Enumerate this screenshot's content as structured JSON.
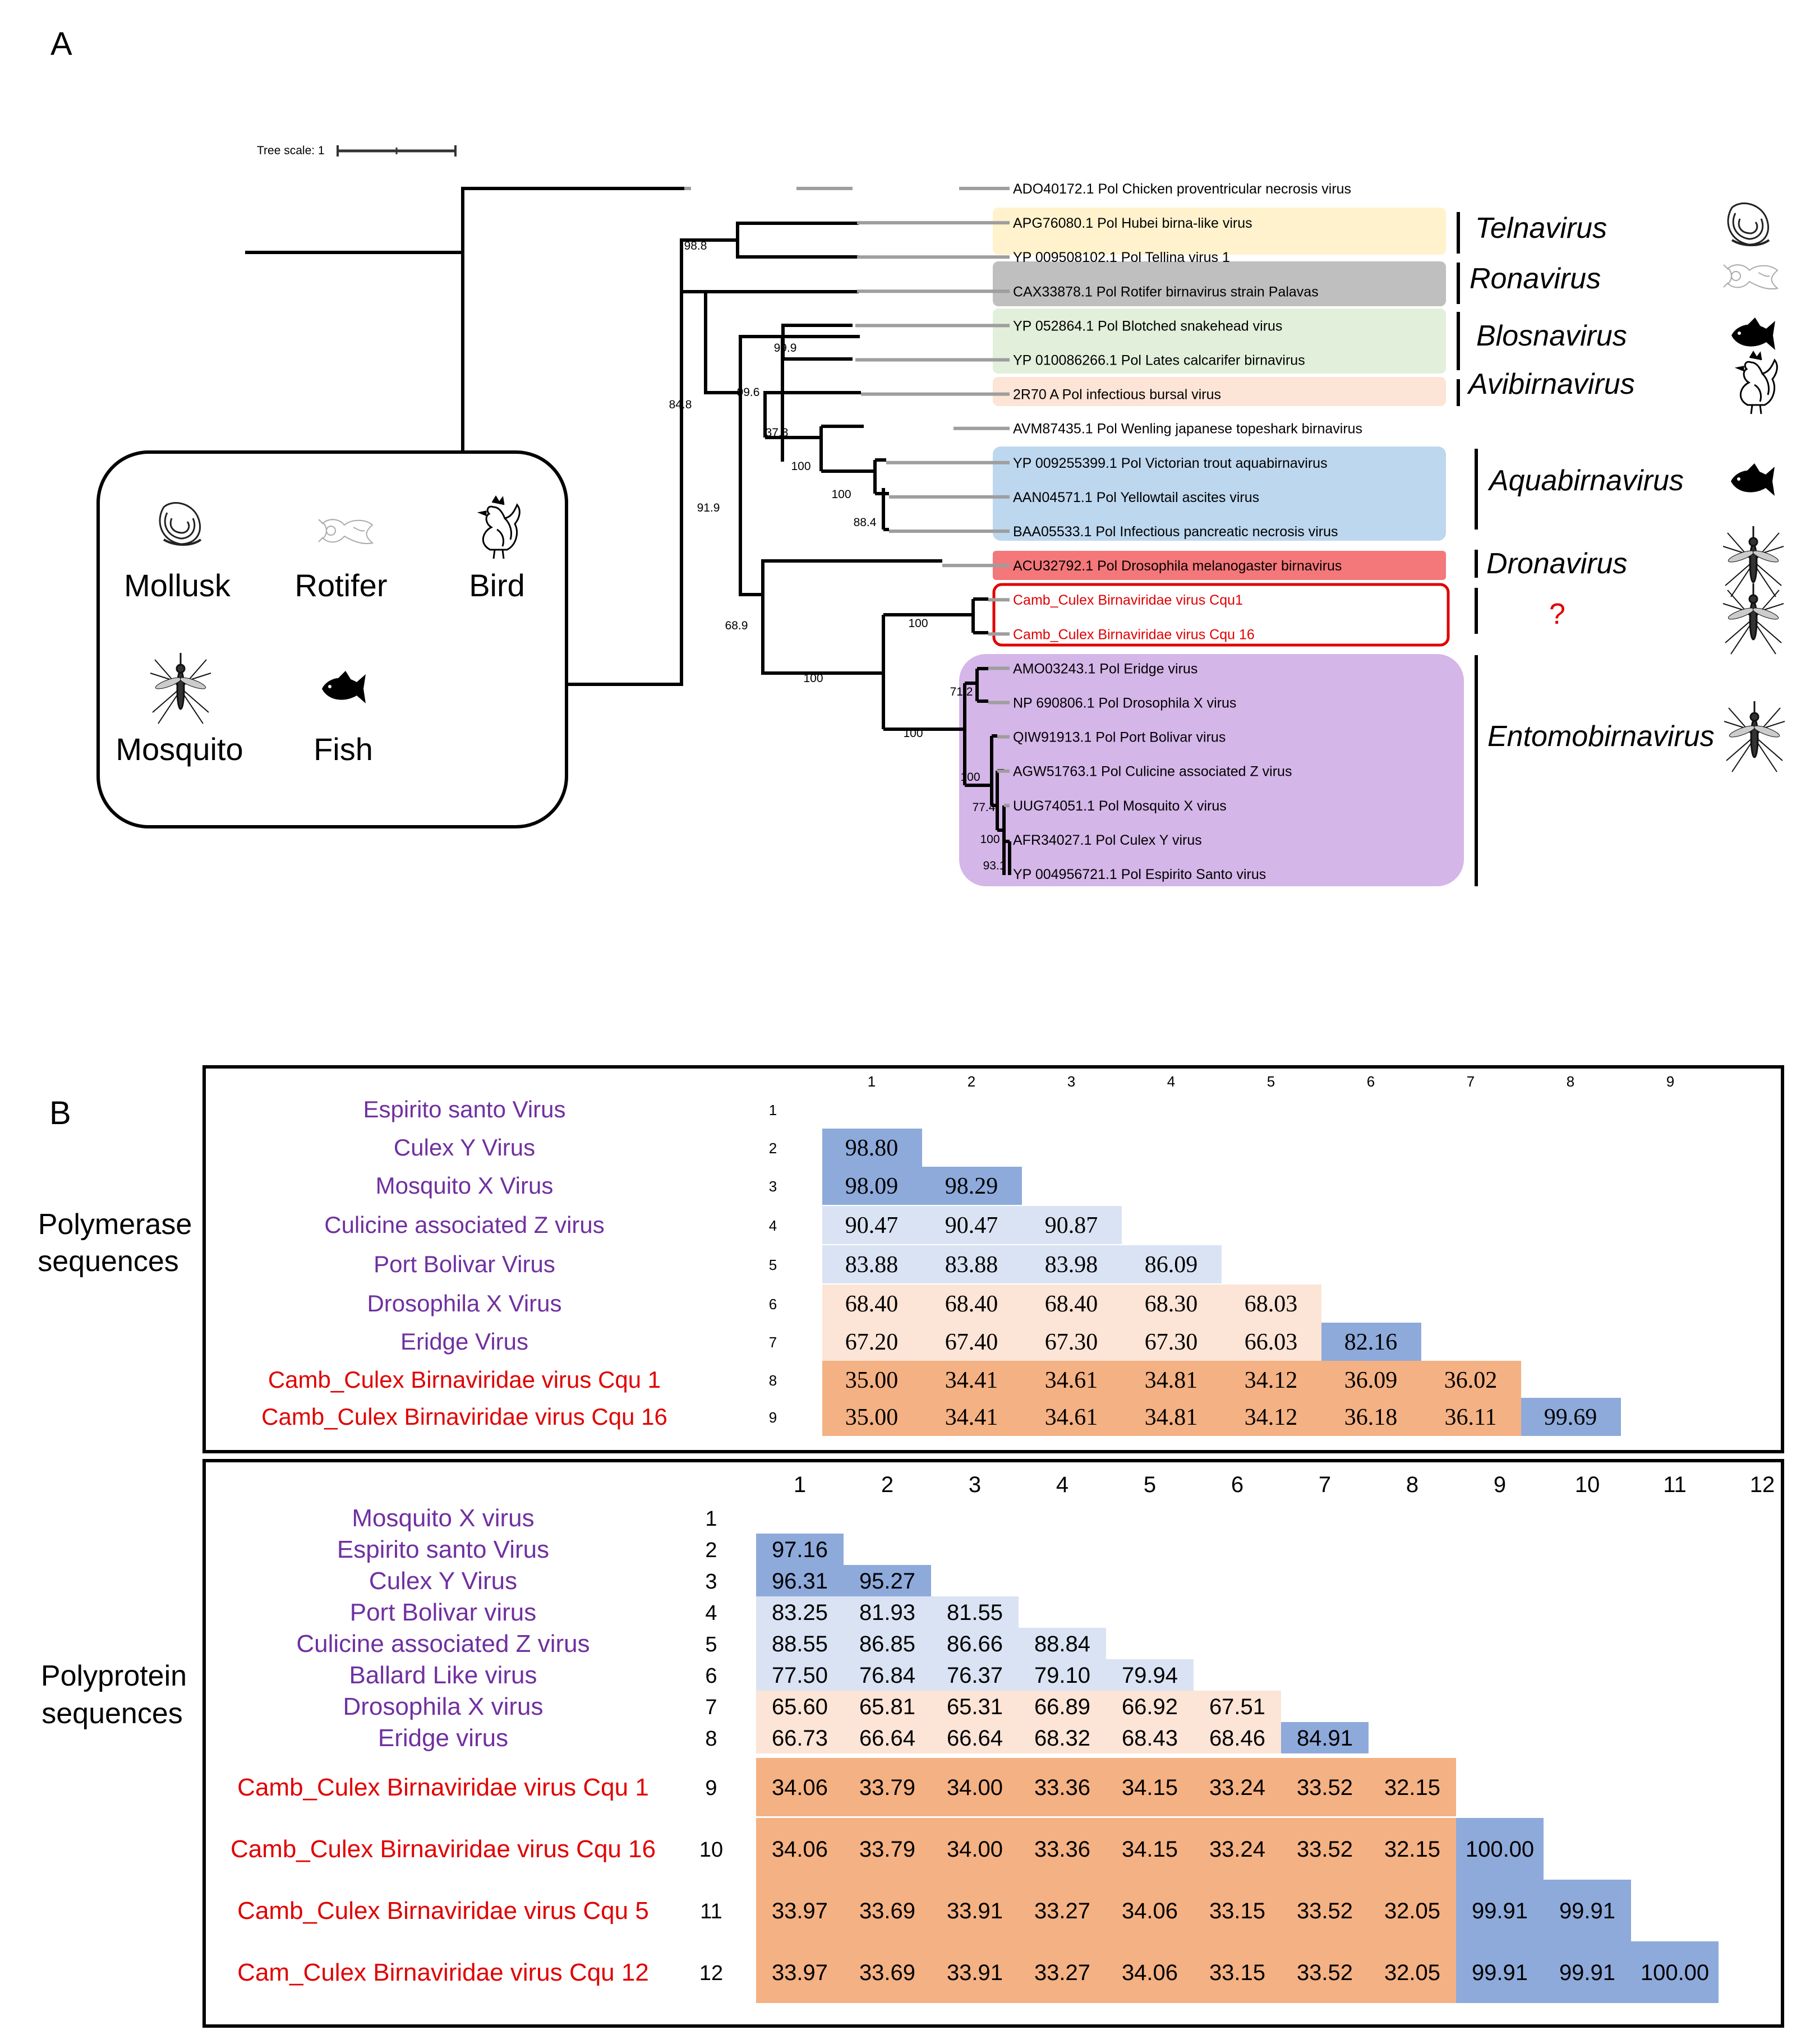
{
  "panel_a": {
    "letter": "A",
    "tree_scale_label": "Tree scale: 1",
    "tips": [
      {
        "label": "ADO40172.1 Pol Chicken proventricular necrosis virus",
        "red": false
      },
      {
        "label": "APG76080.1 Pol Hubei birna-like virus",
        "red": false
      },
      {
        "label": "YP 009508102.1 Pol Tellina virus 1",
        "red": false
      },
      {
        "label": "CAX33878.1 Pol Rotifer birnavirus strain Palavas",
        "red": false
      },
      {
        "label": "YP 052864.1 Pol Blotched snakehead virus",
        "red": false
      },
      {
        "label": "YP 010086266.1 Pol Lates calcarifer birnavirus",
        "red": false
      },
      {
        "label": "2R70 A Pol infectious bursal virus",
        "red": false
      },
      {
        "label": "AVM87435.1 Pol Wenling japanese topeshark birnavirus",
        "red": false
      },
      {
        "label": "YP 009255399.1 Pol Victorian trout aquabirnavirus",
        "red": false
      },
      {
        "label": "AAN04571.1 Pol Yellowtail ascites virus",
        "red": false
      },
      {
        "label": "BAA05533.1 Pol Infectious pancreatic necrosis virus",
        "red": false
      },
      {
        "label": "ACU32792.1 Pol Drosophila melanogaster birnavirus",
        "red": false
      },
      {
        "label": "Camb_Culex Birnaviridae virus Cqu1",
        "red": true
      },
      {
        "label": "Camb_Culex Birnaviridae virus Cqu 16",
        "red": true
      },
      {
        "label": "AMO03243.1 Pol Eridge virus",
        "red": false
      },
      {
        "label": "NP 690806.1 Pol Drosophila X virus",
        "red": false
      },
      {
        "label": "QIW91913.1 Pol Port Bolivar virus",
        "red": false
      },
      {
        "label": "AGW51763.1 Pol Culicine associated Z virus",
        "red": false
      },
      {
        "label": "UUG74051.1 Pol Mosquito X virus",
        "red": false
      },
      {
        "label": "AFR34027.1 Pol Culex Y virus",
        "red": false
      },
      {
        "label": "YP 004956721.1 Pol Espirito Santo virus",
        "red": false
      }
    ],
    "bootstrap": [
      "98.8",
      "99.9",
      "99.6",
      "84.8",
      "37.3",
      "100",
      "100",
      "88.4",
      "91.9",
      "68.9",
      "100",
      "100",
      "100",
      "71.2",
      "100",
      "77.4",
      "100",
      "93.1"
    ],
    "genera": [
      {
        "name": "Telnavirus",
        "host": "mollusk-icon"
      },
      {
        "name": "Ronavirus",
        "host": "rotifer-icon"
      },
      {
        "name": "Blosnavirus",
        "host": "fish-icon"
      },
      {
        "name": "Avibirnavirus",
        "host": "bird-icon"
      },
      {
        "name": "Aquabirnavirus",
        "host": "fish-icon"
      },
      {
        "name": "Dronavirus",
        "host": "mosquito-icon"
      },
      {
        "name": "?",
        "host": "mosquito-icon"
      },
      {
        "name": "Entomobirnavirus",
        "host": "mosquito-icon"
      }
    ],
    "legend": [
      "Mollusk",
      "Rotifer",
      "Bird",
      "Mosquito",
      "Fish"
    ],
    "colors": {
      "telna": "#fff2cc",
      "rona": "#bfbfbf",
      "blosna": "#e2efda",
      "avibirna": "#fce4d6",
      "aqua": "#bdd7ee",
      "drona": "#f4777a",
      "entomo": "#d5b6e8",
      "new_clade_box": "#e00000"
    }
  },
  "panel_b": {
    "letter": "B",
    "polymerase": {
      "title_line1": "Polymerase",
      "title_line2": "sequences",
      "col_headers": [
        "1",
        "2",
        "3",
        "4",
        "5",
        "6",
        "7",
        "8",
        "9"
      ],
      "rows": [
        {
          "idx": "1",
          "name": "Espirito santo Virus",
          "red": false,
          "values": []
        },
        {
          "idx": "2",
          "name": "Culex Y Virus",
          "red": false,
          "values": [
            "98.80"
          ]
        },
        {
          "idx": "3",
          "name": "Mosquito X Virus",
          "red": false,
          "values": [
            "98.09",
            "98.29"
          ]
        },
        {
          "idx": "4",
          "name": "Culicine associated  Z virus",
          "red": false,
          "values": [
            "90.47",
            "90.47",
            "90.87"
          ]
        },
        {
          "idx": "5",
          "name": "Port Bolivar Virus",
          "red": false,
          "values": [
            "83.88",
            "83.88",
            "83.98",
            "86.09"
          ]
        },
        {
          "idx": "6",
          "name": "Drosophila X Virus",
          "red": false,
          "values": [
            "68.40",
            "68.40",
            "68.40",
            "68.30",
            "68.03"
          ]
        },
        {
          "idx": "7",
          "name": "Eridge Virus",
          "red": false,
          "values": [
            "67.20",
            "67.40",
            "67.30",
            "67.30",
            "66.03",
            "82.16"
          ]
        },
        {
          "idx": "8",
          "name": "Camb_Culex  Birnaviridae  virus  Cqu 1",
          "red": true,
          "values": [
            "35.00",
            "34.41",
            "34.61",
            "34.81",
            "34.12",
            "36.09",
            "36.02"
          ]
        },
        {
          "idx": "9",
          "name": "Camb_Culex  Birnaviridae  virus  Cqu 16",
          "red": true,
          "values": [
            "35.00",
            "34.41",
            "34.61",
            "34.81",
            "34.12",
            "36.18",
            "36.11",
            "99.69"
          ]
        }
      ]
    },
    "polyprotein": {
      "title_line1": "Polyprotein",
      "title_line2": "sequences",
      "col_headers": [
        "1",
        "2",
        "3",
        "4",
        "5",
        "6",
        "7",
        "8",
        "9",
        "10",
        "11",
        "12"
      ],
      "rows": [
        {
          "idx": "1",
          "name": "Mosquito X virus",
          "red": false,
          "values": []
        },
        {
          "idx": "2",
          "name": "Espirito santo Virus",
          "red": false,
          "values": [
            "97.16"
          ]
        },
        {
          "idx": "3",
          "name": "Culex Y Virus",
          "red": false,
          "values": [
            "96.31",
            "95.27"
          ]
        },
        {
          "idx": "4",
          "name": "Port Bolivar virus",
          "red": false,
          "values": [
            "83.25",
            "81.93",
            "81.55"
          ]
        },
        {
          "idx": "5",
          "name": "Culicine associated  Z virus",
          "red": false,
          "values": [
            "88.55",
            "86.85",
            "86.66",
            "88.84"
          ]
        },
        {
          "idx": "6",
          "name": "Ballard Like virus",
          "red": false,
          "values": [
            "77.50",
            "76.84",
            "76.37",
            "79.10",
            "79.94"
          ]
        },
        {
          "idx": "7",
          "name": "Drosophila X virus",
          "red": false,
          "values": [
            "65.60",
            "65.81",
            "65.31",
            "66.89",
            "66.92",
            "67.51"
          ]
        },
        {
          "idx": "8",
          "name": "Eridge virus",
          "red": false,
          "values": [
            "66.73",
            "66.64",
            "66.64",
            "68.32",
            "68.43",
            "68.46",
            "84.91"
          ]
        },
        {
          "idx": "9",
          "name": "Camb_Culex Birnaviridae virus Cqu 1",
          "red": true,
          "values": [
            "34.06",
            "33.79",
            "34.00",
            "33.36",
            "34.15",
            "33.24",
            "33.52",
            "32.15"
          ]
        },
        {
          "idx": "10",
          "name": "Camb_Culex Birnaviridae virus Cqu 16",
          "red": true,
          "values": [
            "34.06",
            "33.79",
            "34.00",
            "33.36",
            "34.15",
            "33.24",
            "33.52",
            "32.15",
            "100.00"
          ]
        },
        {
          "idx": "11",
          "name": "Camb_Culex Birnaviridae virus Cqu 5",
          "red": true,
          "values": [
            "33.97",
            "33.69",
            "33.91",
            "33.27",
            "34.06",
            "33.15",
            "33.52",
            "32.05",
            "99.91",
            "99.91"
          ]
        },
        {
          "idx": "12",
          "name": "Cam_Culex Birnaviridae virus Cqu 12",
          "red": true,
          "values": [
            "33.97",
            "33.69",
            "33.91",
            "33.27",
            "34.06",
            "33.15",
            "33.52",
            "32.05",
            "99.91",
            "99.91",
            "100.00"
          ]
        }
      ]
    },
    "cell_colors": {
      "dark_blue": "#8eaadb",
      "light_blue": "#dae3f3",
      "light_peach": "#fce4d6",
      "orange": "#f4b183"
    }
  }
}
